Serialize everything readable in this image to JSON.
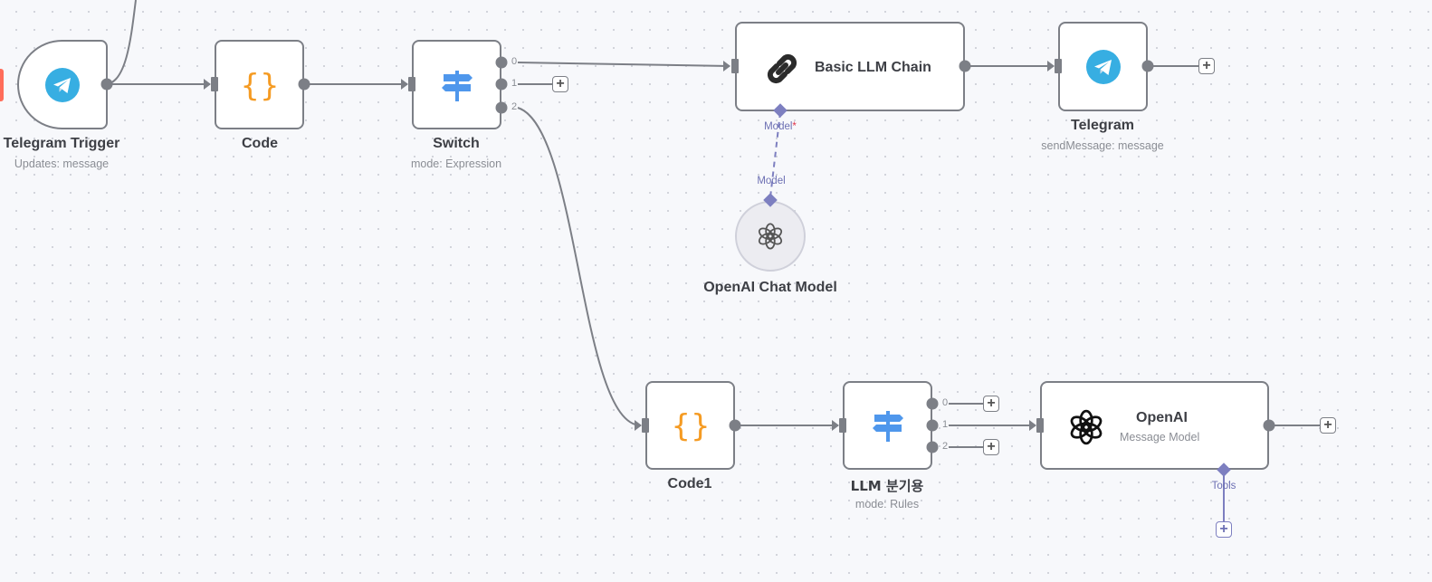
{
  "canvas": {
    "accent_colors": {
      "edge": "#7c7f86",
      "subnode": "#7d7fc0",
      "telegram": "#37aee2",
      "code": "#f59b23",
      "switch": "#4f97ec",
      "trigger_tab": "#ff6d5a"
    }
  },
  "nodes": {
    "telegram_trigger": {
      "name": "Telegram Trigger",
      "subtitle": "Updates: message",
      "icon": "telegram-icon"
    },
    "code": {
      "name": "Code",
      "icon": "code-braces-icon"
    },
    "switch": {
      "name": "Switch",
      "subtitle": "mode: Expression",
      "icon": "signpost-icon",
      "outputs": [
        "0",
        "1",
        "2"
      ]
    },
    "basic_llm_chain": {
      "name": "Basic LLM Chain",
      "icon": "chain-link-icon",
      "input_label": "Model",
      "required_mark": "*"
    },
    "telegram": {
      "name": "Telegram",
      "subtitle": "sendMessage: message",
      "icon": "telegram-icon"
    },
    "openai_chat_model": {
      "name": "OpenAI Chat Model",
      "icon": "openai-icon",
      "output_label": "Model"
    },
    "code1": {
      "name": "Code1",
      "icon": "code-braces-icon"
    },
    "llm_router": {
      "name": "LLM 분기용",
      "subtitle": "mode: Rules",
      "icon": "signpost-icon",
      "outputs": [
        "0",
        "1",
        "2"
      ]
    },
    "openai": {
      "name": "OpenAI",
      "subtitle": "Message Model",
      "icon": "openai-icon",
      "tools_label": "Tools"
    }
  },
  "add_button_label": "+"
}
